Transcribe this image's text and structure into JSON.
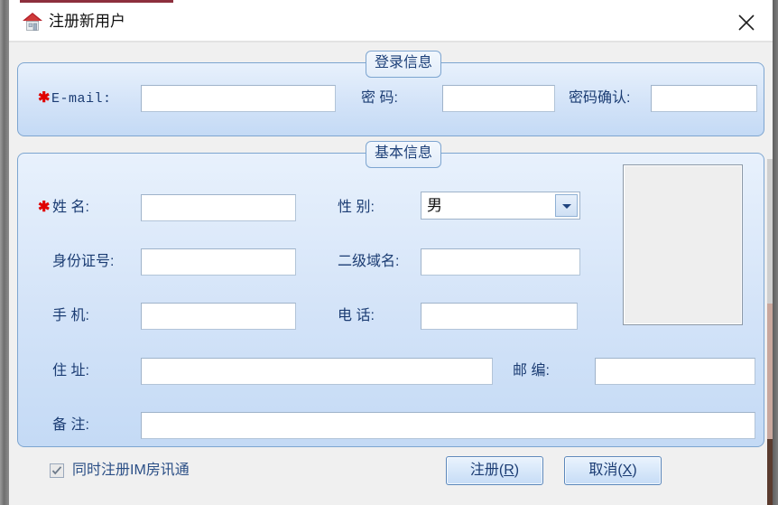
{
  "window": {
    "title": "注册新用户",
    "icon": "house-icon",
    "close_icon": "close-icon"
  },
  "groups": {
    "login": {
      "title": "登录信息",
      "fields": [
        {
          "name": "email",
          "label": "E-mail:",
          "required": true,
          "value": ""
        },
        {
          "name": "password",
          "label": "密    码:",
          "required": false,
          "value": ""
        },
        {
          "name": "password_confirm",
          "label": "密码确认:",
          "required": false,
          "value": ""
        }
      ]
    },
    "basic": {
      "title": "基本信息",
      "fields": [
        {
          "name": "fullname",
          "label": "姓    名:",
          "required": true,
          "value": ""
        },
        {
          "name": "gender",
          "label": "性    别:",
          "required": false,
          "value": "男"
        },
        {
          "name": "id_number",
          "label": "身份证号:",
          "required": false,
          "value": ""
        },
        {
          "name": "subdomain",
          "label": "二级域名:",
          "required": false,
          "value": ""
        },
        {
          "name": "mobile",
          "label": "手    机:",
          "required": false,
          "value": ""
        },
        {
          "name": "telephone",
          "label": "电    话:",
          "required": false,
          "value": ""
        },
        {
          "name": "address",
          "label": "住    址:",
          "required": false,
          "value": ""
        },
        {
          "name": "postcode",
          "label": "邮    编:",
          "required": false,
          "value": ""
        },
        {
          "name": "remark",
          "label": "备    注:",
          "required": false,
          "value": ""
        }
      ],
      "photo": {
        "name": "photo-placeholder",
        "value": ""
      }
    }
  },
  "footer": {
    "checkbox": {
      "label": "同时注册IM房讯通",
      "checked": true
    },
    "register_button": {
      "text": "注册(",
      "accel": "R",
      "text_end": ")"
    },
    "cancel_button": {
      "text": "取消(",
      "accel": "X",
      "text_end": ")"
    }
  },
  "required_marker": "✱",
  "colors": {
    "group_border": "#7da5d0",
    "group_fill": "#d3e3f8",
    "label_text": "#1b3c73",
    "required": "#e00000",
    "dialog_bg": "#f0f0f0",
    "titlebar_bg": "#ffffff"
  }
}
